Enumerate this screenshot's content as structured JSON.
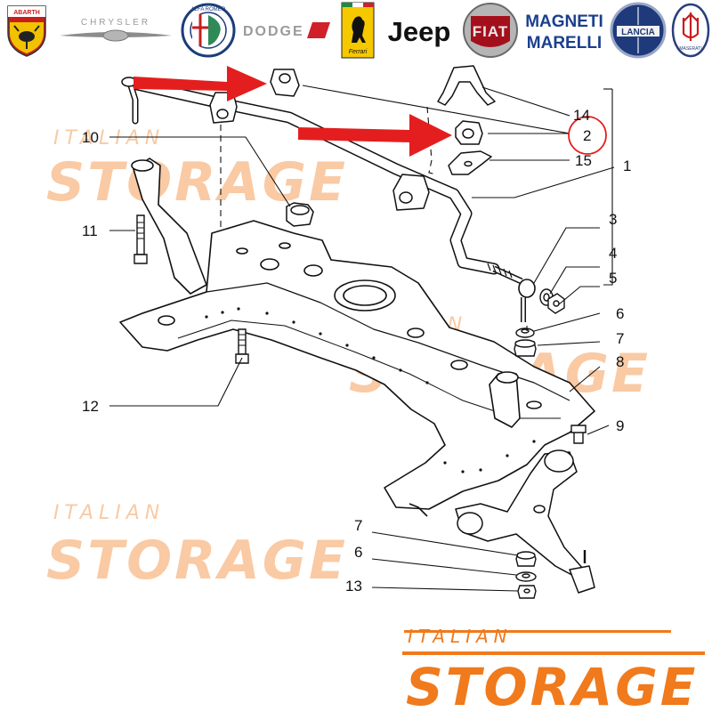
{
  "brands": [
    {
      "key": "abarth",
      "label": "ABARTH"
    },
    {
      "key": "chrysler",
      "label": "CHRYSLER"
    },
    {
      "key": "alfa",
      "label": "ALFA ROMEO"
    },
    {
      "key": "dodge",
      "label": "DODGE"
    },
    {
      "key": "ferrari",
      "label": "Ferrari"
    },
    {
      "key": "jeep",
      "label": "Jeep"
    },
    {
      "key": "fiat",
      "label": "FIAT"
    },
    {
      "key": "magneti_line1",
      "label": "MAGNETI"
    },
    {
      "key": "magneti_line2",
      "label": "MARELLI"
    },
    {
      "key": "lancia",
      "label": "LANCIA"
    },
    {
      "key": "maserati",
      "label": "MASERATI"
    }
  ],
  "watermark": {
    "line1": "ITALIAN",
    "line2": "STORAGE",
    "color": "#f5a05a"
  },
  "footer_logo": {
    "line1": "ITALIAN",
    "line2": "STORAGE",
    "color": "#f07a1c"
  },
  "callouts": {
    "c1": "1",
    "c2": "2",
    "c3": "3",
    "c4": "4",
    "c5": "5",
    "c6a": "6",
    "c6b": "6",
    "c7a": "7",
    "c7b": "7",
    "c8": "8",
    "c9": "9",
    "c10": "10",
    "c11": "11",
    "c12": "12",
    "c13": "13",
    "c14": "14",
    "c15": "15"
  },
  "colors": {
    "arrow": "#e41e1e",
    "highlight_circle": "#e41e1e",
    "line": "#111111"
  }
}
